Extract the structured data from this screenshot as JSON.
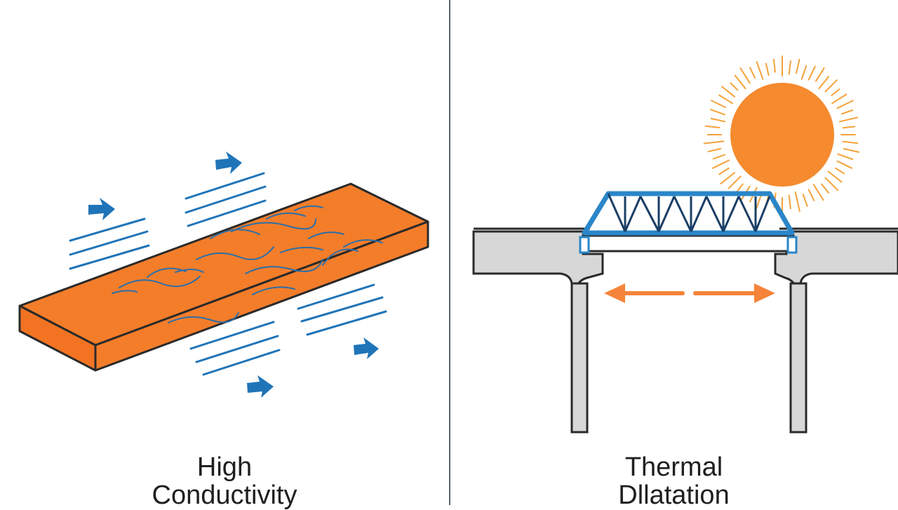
{
  "panels": [
    {
      "caption_line1": "High",
      "caption_line2": "Conductivity"
    },
    {
      "caption_line1": "Thermal",
      "caption_line2": "Dllatation"
    }
  ],
  "colors": {
    "bar_orange": "#f47d2a",
    "flow_blue": "#1f74b8",
    "sun_orange": "#f58a2e",
    "truss_blue": "#2a86c8",
    "concrete": "#d7d7d7",
    "outline": "#2a2a2a"
  },
  "icons": [
    "arrow-right-icon",
    "sun-icon",
    "double-arrow-icon"
  ]
}
